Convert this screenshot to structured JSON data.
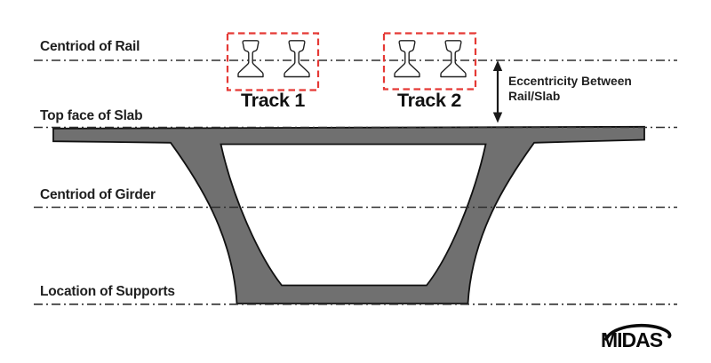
{
  "diagram": {
    "title_context": "Bridge girder cross-section with track eccentricity",
    "labels": {
      "centroid_of_rail": "Centriod of Rail",
      "top_face_of_slab": "Top face of Slab",
      "centroid_of_girder": "Centriod of Girder",
      "location_of_supports": "Location of Supports"
    },
    "tracks": [
      {
        "label": "Track 1"
      },
      {
        "label": "Track 2"
      }
    ],
    "annotation": {
      "line1": "Eccentricity Between",
      "line2": "Rail/Slab"
    },
    "icons": {
      "rail": "rail-cross-section-icon",
      "arrow": "vertical-double-arrow-icon",
      "swoosh": "midas-swoosh-icon"
    },
    "colors": {
      "girder_fill": "#707070",
      "girder_outline": "#111111",
      "track_box_red": "#e53935",
      "reference_line": "#2e2e2e",
      "rail_stroke": "#222222",
      "arrow_color": "#1a1a1a"
    }
  },
  "footer": {
    "logo_text": "MIDAS"
  }
}
